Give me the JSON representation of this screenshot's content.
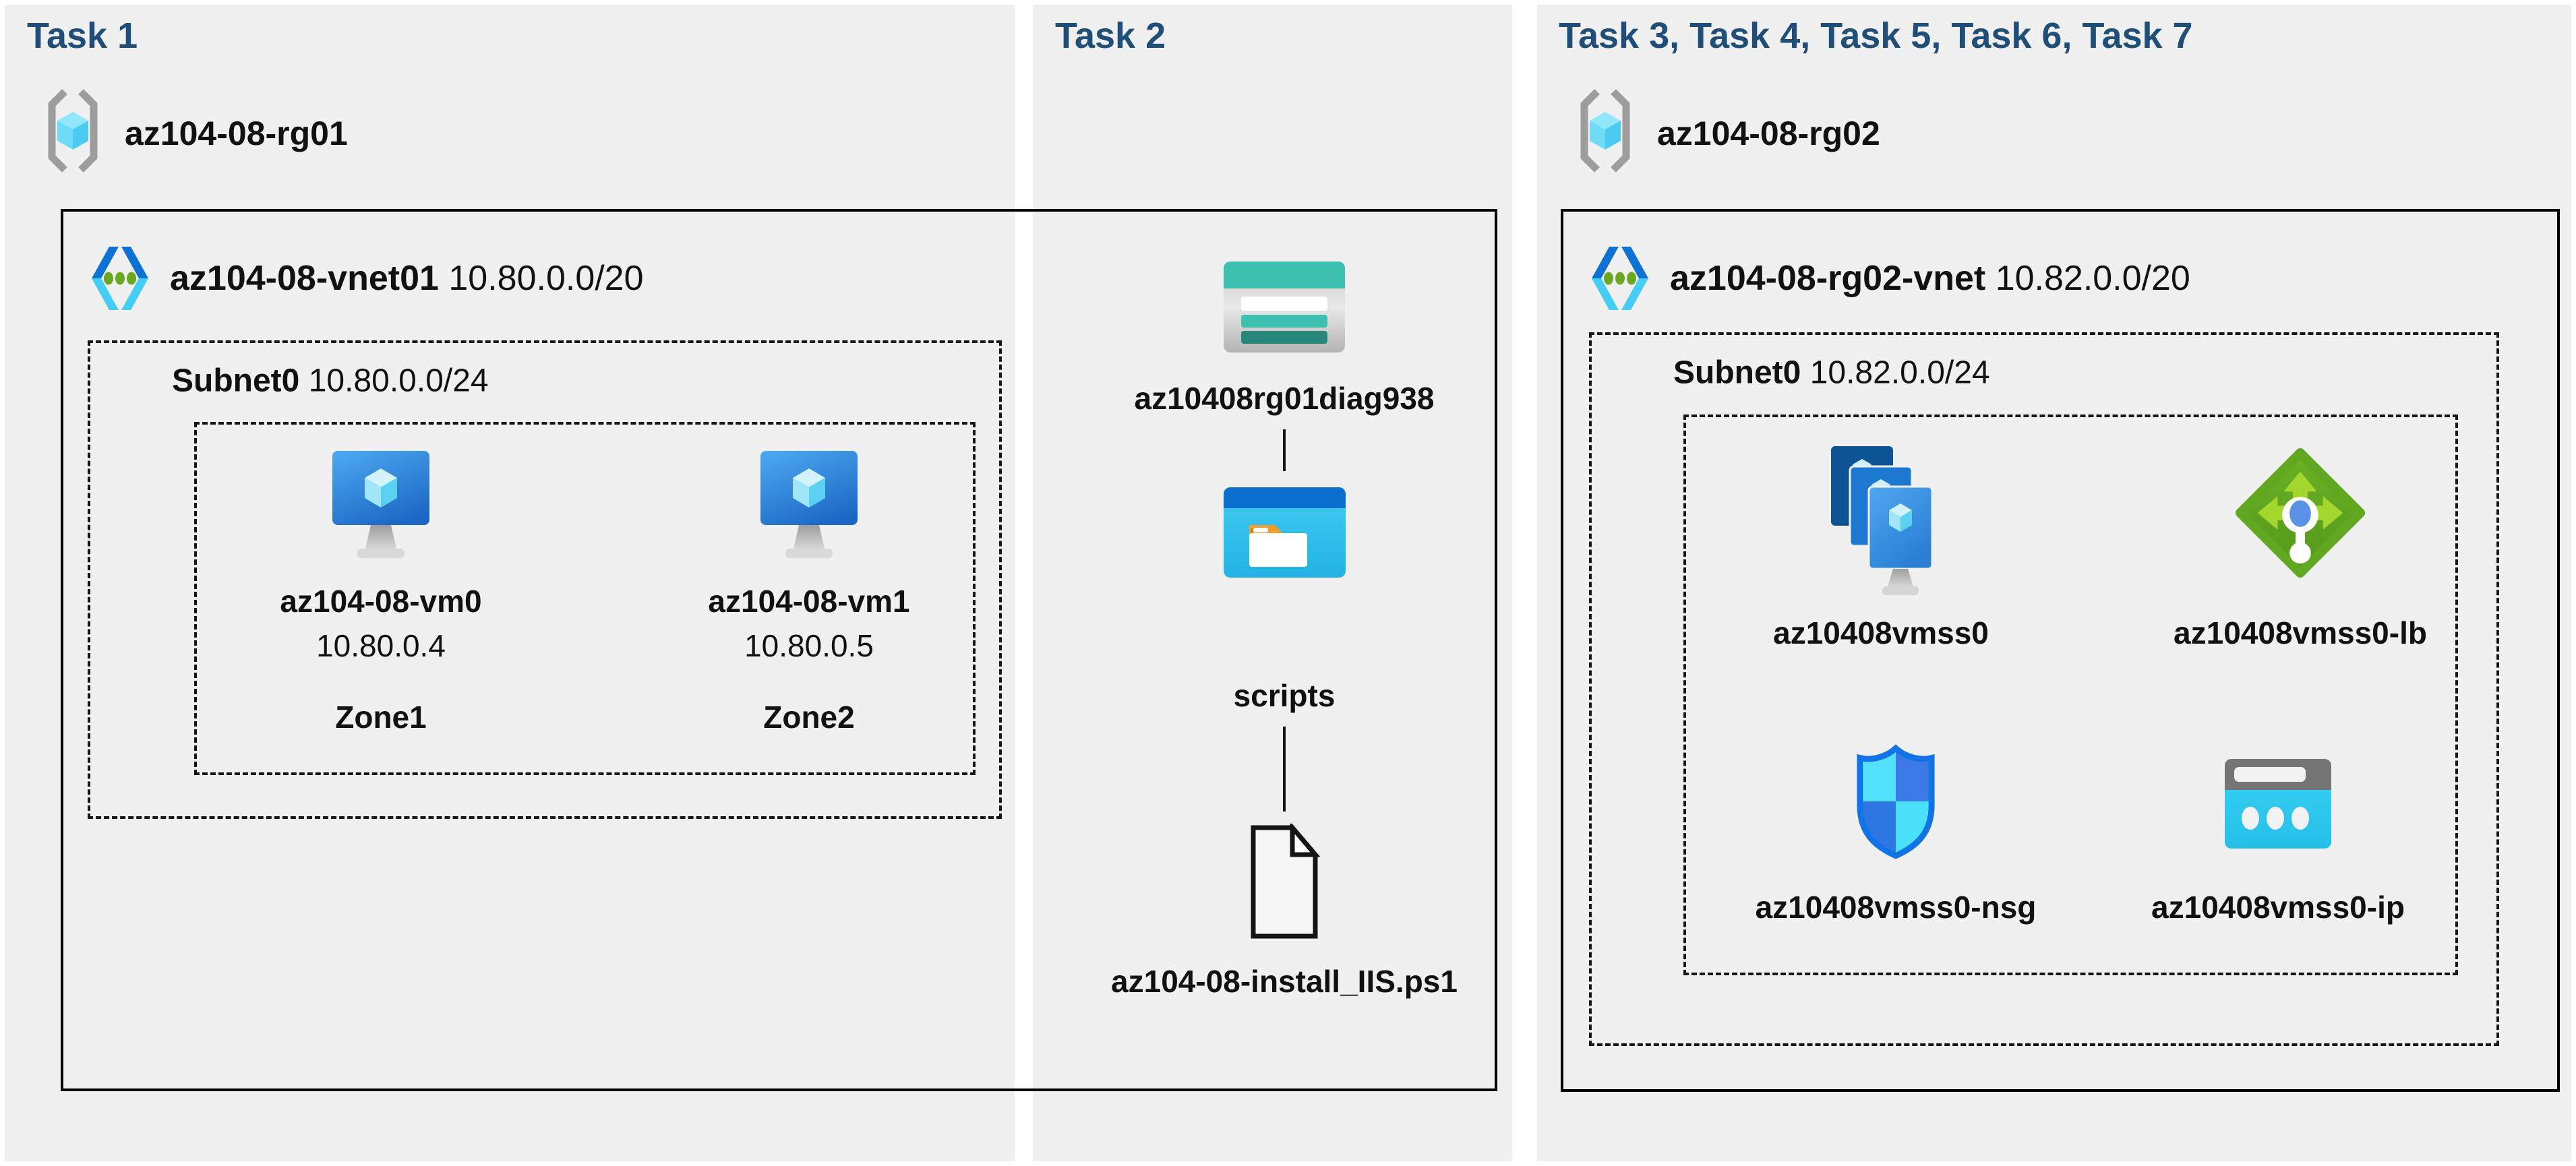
{
  "colors": {
    "background": "#ffffff",
    "panel": "#f0f0f0",
    "task_header": "#1f4e79",
    "box_border": "#000000",
    "label": "#111111",
    "azure_blue": "#1b67c4",
    "light_cyan": "#45cdf5",
    "teal": "#3cc0b0",
    "dark_teal": "#28877c",
    "green": "#61a922",
    "lime": "#a4d72e",
    "orange": "#f59b27",
    "shield_blue": "#1273e6",
    "gray_bracket": "#9d9d9d"
  },
  "icons": {
    "resource_group": "resource-group-icon",
    "virtual_network": "virtual-network-icon",
    "virtual_machine": "virtual-machine-icon",
    "storage_account": "storage-account-icon",
    "scripts_folder": "folder-window-icon",
    "script_file": "document-file-icon",
    "vm_scale_set": "vm-scale-set-icon",
    "load_balancer": "load-balancer-icon",
    "network_security_group": "shield-icon",
    "public_ip": "public-ip-icon"
  },
  "task1": {
    "header": "Task 1",
    "rg": "az104-08-rg01",
    "vnet_name": "az104-08-vnet01",
    "vnet_cidr": "10.80.0.0/20",
    "subnet_name": "Subnet0",
    "subnet_cidr": "10.80.0.0/24",
    "vms": [
      {
        "name": "az104-08-vm0",
        "ip": "10.80.0.4",
        "zone": "Zone1"
      },
      {
        "name": "az104-08-vm1",
        "ip": "10.80.0.5",
        "zone": "Zone2"
      }
    ]
  },
  "task2": {
    "header": "Task 2",
    "storage_account": "az10408rg01diag938",
    "folder": "scripts",
    "file": "az104-08-install_IIS.ps1"
  },
  "task3": {
    "header": "Task 3, Task 4, Task 5, Task 6, Task 7",
    "rg": "az104-08-rg02",
    "vnet_name": "az104-08-rg02-vnet",
    "vnet_cidr": "10.82.0.0/20",
    "subnet_name": "Subnet0",
    "subnet_cidr": "10.82.0.0/24",
    "resources": [
      {
        "name": "az10408vmss0",
        "type": "vm-scale-set"
      },
      {
        "name": "az10408vmss0-lb",
        "type": "load-balancer"
      },
      {
        "name": "az10408vmss0-nsg",
        "type": "network-security-group"
      },
      {
        "name": "az10408vmss0-ip",
        "type": "public-ip"
      }
    ]
  }
}
